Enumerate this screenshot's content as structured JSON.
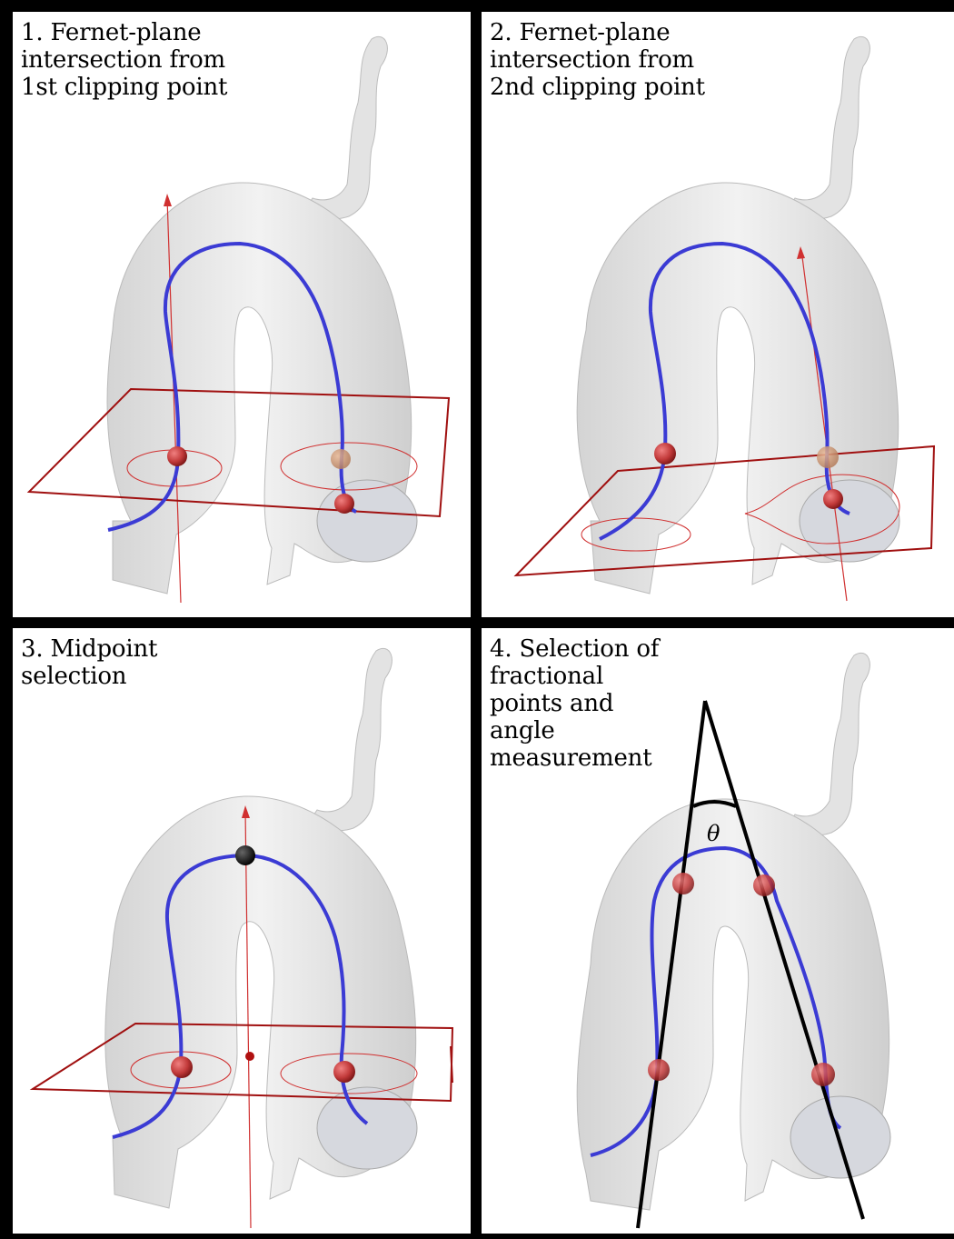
{
  "panels": [
    {
      "caption": "1. Fernet-plane\nintersection from\n1st clipping point"
    },
    {
      "caption": "2. Fernet-plane\nintersection from\n2nd clipping point"
    },
    {
      "caption": "3. Midpoint\nselection"
    },
    {
      "caption": "4. Selection of\nfractional\npoints and\nangle\nmeasurement"
    }
  ],
  "angle_symbol": "θ",
  "colors": {
    "vessel_fill": "#e6e6e6",
    "vessel_shade": "#c9c9c9",
    "centerline": "#3b3bd4",
    "plane": "#a01010",
    "point": "#c23a3a",
    "midpoint": "#111111",
    "axis_lines": "#000000"
  },
  "icons": [
    "vessel-surface",
    "centerline-curve",
    "fernet-plane",
    "clipping-point",
    "midpoint-marker",
    "angle-arc"
  ]
}
